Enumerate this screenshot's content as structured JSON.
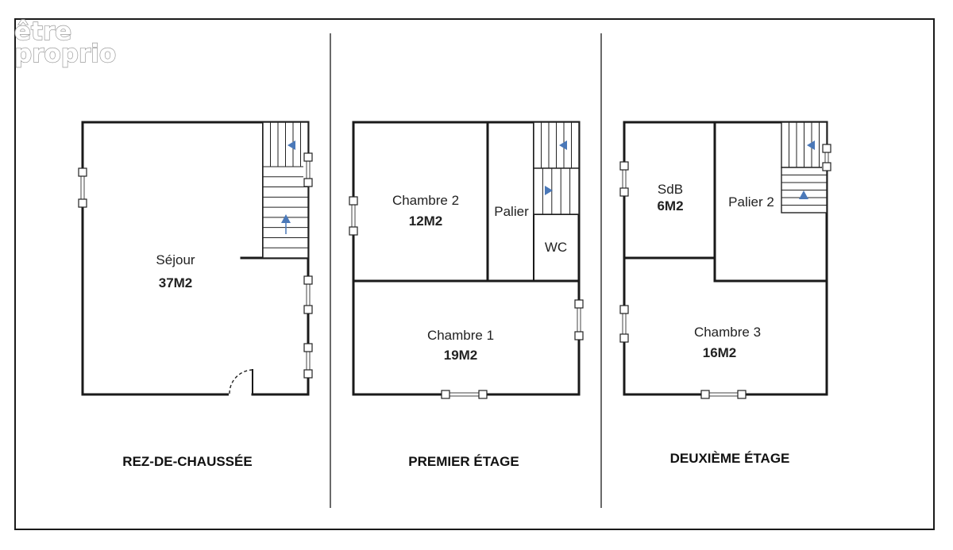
{
  "logo": {
    "line1": "être",
    "line2": "proprio"
  },
  "floors": [
    {
      "label": "REZ-DE-CHAUSSÉE",
      "rooms": [
        {
          "name": "Séjour",
          "area": "37M2"
        }
      ]
    },
    {
      "label": "PREMIER ÉTAGE",
      "rooms": [
        {
          "name": "Chambre 2",
          "area": "12M2"
        },
        {
          "name": "Palier",
          "area": ""
        },
        {
          "name": "WC",
          "area": ""
        },
        {
          "name": "Chambre 1",
          "area": "19M2"
        }
      ]
    },
    {
      "label": "DEUXIÈME ÉTAGE",
      "rooms": [
        {
          "name": "SdB",
          "area": "6M2"
        },
        {
          "name": "Palier 2",
          "area": ""
        },
        {
          "name": "Chambre 3",
          "area": "16M2"
        }
      ]
    }
  ],
  "colors": {
    "wall": "#1a1a1a",
    "stair_arrow": "#4a78b8",
    "background": "#ffffff"
  }
}
